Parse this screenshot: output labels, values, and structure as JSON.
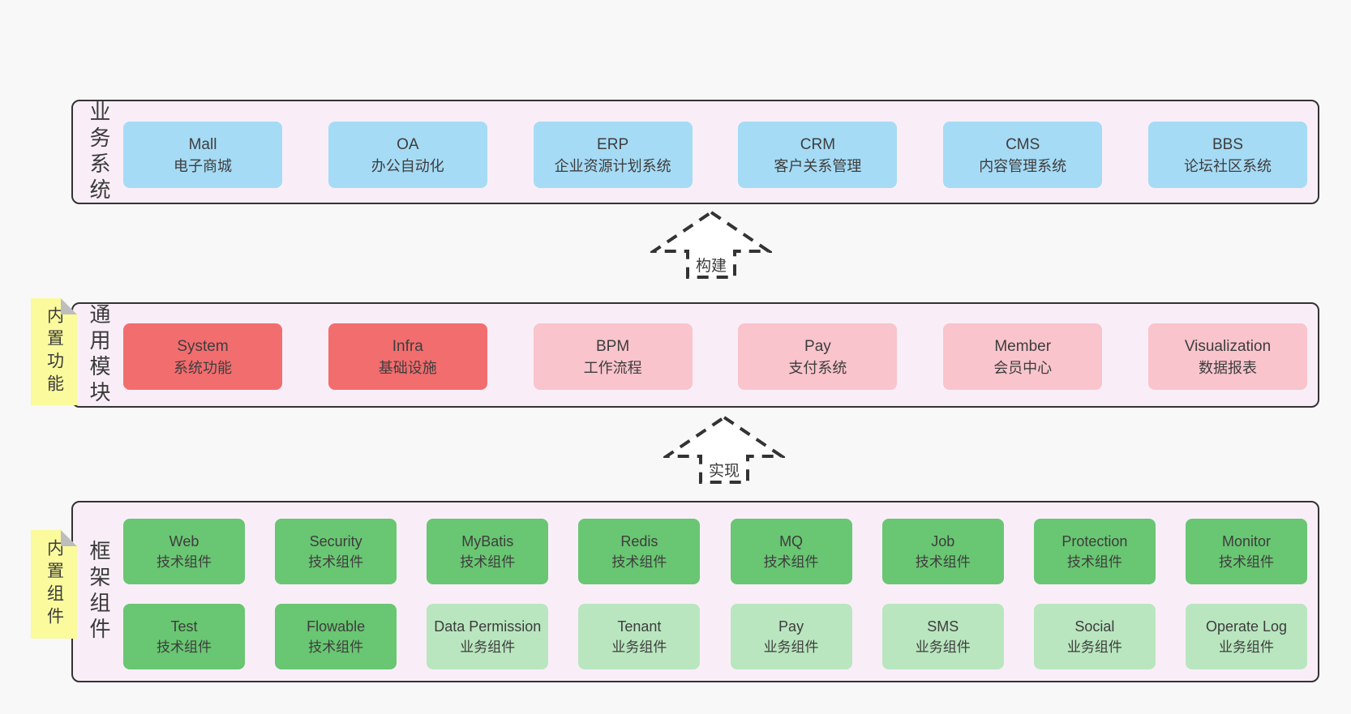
{
  "colors": {
    "page_background": "#f8f8f8",
    "band_background": "#f9eef8",
    "band_border": "#333333",
    "blue_box": "#a6dbf5",
    "red_box": "#f26d6e",
    "pink_box": "#f9c4cc",
    "green_box": "#69c672",
    "light_green_box": "#b9e6bf",
    "note_yellow": "#fbfa9d",
    "note_fold_gray": "#bdbdbd",
    "text": "#3d3d3d"
  },
  "bands": [
    {
      "vertical_label": "业务系统",
      "boxes": [
        {
          "title": "Mall",
          "subtitle": "电子商城"
        },
        {
          "title": "OA",
          "subtitle": "办公自动化"
        },
        {
          "title": "ERP",
          "subtitle": "企业资源计划系统"
        },
        {
          "title": "CRM",
          "subtitle": "客户关系管理"
        },
        {
          "title": "CMS",
          "subtitle": "内容管理系统"
        },
        {
          "title": "BBS",
          "subtitle": "论坛社区系统"
        }
      ]
    },
    {
      "vertical_label": "通用模块",
      "boxes": [
        {
          "title": "System",
          "subtitle": "系统功能"
        },
        {
          "title": "Infra",
          "subtitle": "基础设施"
        },
        {
          "title": "BPM",
          "subtitle": "工作流程"
        },
        {
          "title": "Pay",
          "subtitle": "支付系统"
        },
        {
          "title": "Member",
          "subtitle": "会员中心"
        },
        {
          "title": "Visualization",
          "subtitle": "数据报表"
        }
      ]
    },
    {
      "vertical_label": "框架组件",
      "rows": [
        [
          {
            "title": "Web",
            "subtitle": "技术组件"
          },
          {
            "title": "Security",
            "subtitle": "技术组件"
          },
          {
            "title": "MyBatis",
            "subtitle": "技术组件"
          },
          {
            "title": "Redis",
            "subtitle": "技术组件"
          },
          {
            "title": "MQ",
            "subtitle": "技术组件"
          },
          {
            "title": "Job",
            "subtitle": "技术组件"
          },
          {
            "title": "Protection",
            "subtitle": "技术组件"
          },
          {
            "title": "Monitor",
            "subtitle": "技术组件"
          }
        ],
        [
          {
            "title": "Test",
            "subtitle": "技术组件"
          },
          {
            "title": "Flowable",
            "subtitle": "技术组件"
          },
          {
            "title": "Data Permission",
            "subtitle": "业务组件"
          },
          {
            "title": "Tenant",
            "subtitle": "业务组件"
          },
          {
            "title": "Pay",
            "subtitle": "业务组件"
          },
          {
            "title": "SMS",
            "subtitle": "业务组件"
          },
          {
            "title": "Social",
            "subtitle": "业务组件"
          },
          {
            "title": "Operate Log",
            "subtitle": "业务组件"
          }
        ]
      ]
    }
  ],
  "notes": [
    {
      "label": "内置功能"
    },
    {
      "label": "内置组件"
    }
  ],
  "arrows": [
    {
      "label": "构建"
    },
    {
      "label": "实现"
    }
  ]
}
